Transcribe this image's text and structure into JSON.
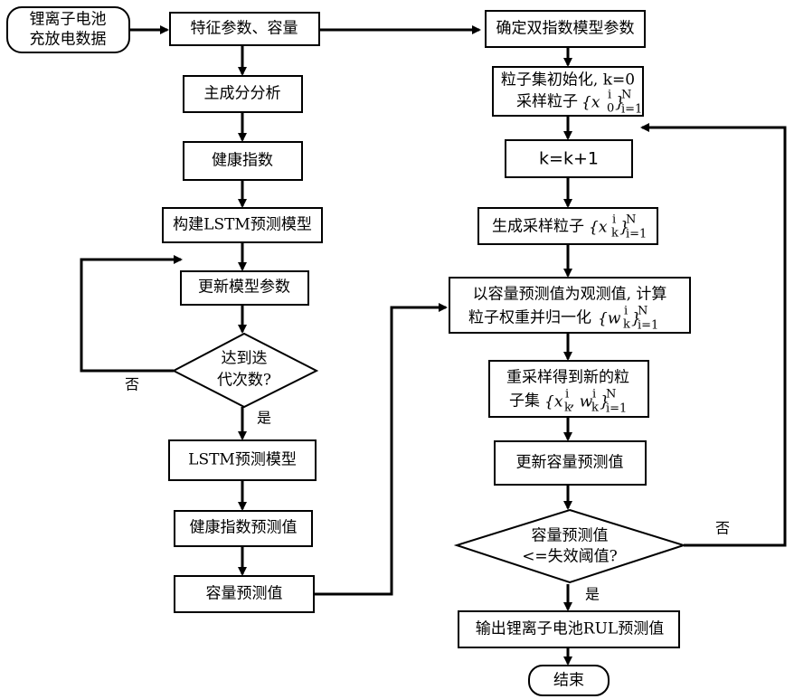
{
  "nodes": {
    "start": [
      "锂离子电池",
      "充放电数据"
    ],
    "features": "特征参数、容量",
    "pca": "主成分分析",
    "health_index": "健康指数",
    "build_lstm": "构建LSTM预测模型",
    "update_params": "更新模型参数",
    "iter_decision": [
      "达到迭",
      "代次数?"
    ],
    "lstm_model": "LSTM预测模型",
    "hi_prediction": "健康指数预测值",
    "capacity_prediction": "容量预测值",
    "double_exp": "确定双指数模型参数",
    "particle_init": [
      "粒子集初始化, k=0",
      "采样粒子"
    ],
    "k_increment": "k=k+1",
    "gen_particles": "生成采样粒子",
    "weight_calc": [
      "以容量预测值为观测值, 计算",
      "粒子权重并归一化"
    ],
    "resample": [
      "重采样得到新的粒",
      "子集"
    ],
    "update_capacity": "更新容量预测值",
    "threshold_decision": [
      "容量预测值",
      "<=失效阈值?"
    ],
    "output_rul": "输出锂离子电池RUL预测值",
    "end": "结束"
  },
  "math": {
    "x0": "{x",
    "sup_i": "i",
    "sub_0": "0",
    "close": "}",
    "sup_N": "N",
    "sub_range": "i=1",
    "xk": "{x",
    "sub_k": "k",
    "wk": "{w",
    "xk_wk": "{x",
    "comma_w": ", w"
  },
  "labels": {
    "no_left": "否",
    "yes_left": "是",
    "no_right": "否",
    "yes_right": "是"
  }
}
